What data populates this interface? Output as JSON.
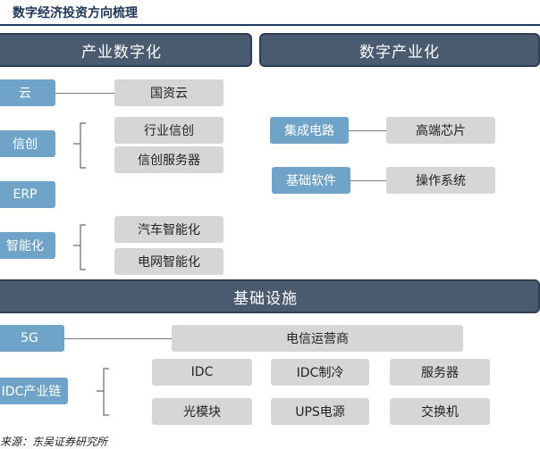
{
  "title": "数字经济投资方向梳理",
  "sections": {
    "industrial_digitalization": "产业数字化",
    "digital_industrialization": "数字产业化",
    "infrastructure": "基础设施"
  },
  "industrial": {
    "cloud": {
      "label": "云",
      "child": "国资云"
    },
    "xinchuang": {
      "label": "信创",
      "children": [
        "行业信创",
        "信创服务器"
      ]
    },
    "erp": {
      "label": "ERP"
    },
    "smart": {
      "label": "智能化",
      "children": [
        "汽车智能化",
        "电网智能化"
      ]
    }
  },
  "digital": {
    "ic": {
      "label": "集成电路",
      "child": "高端芯片"
    },
    "software": {
      "label": "基础软件",
      "child": "操作系统"
    }
  },
  "infra": {
    "fiveg": {
      "label": "5G",
      "child": "电信运营商"
    },
    "idc": {
      "label": "IDC产业链",
      "children": [
        "IDC",
        "IDC制冷",
        "服务器",
        "光模块",
        "UPS电源",
        "交换机"
      ]
    }
  },
  "source": "来源：东吴证券研究所"
}
